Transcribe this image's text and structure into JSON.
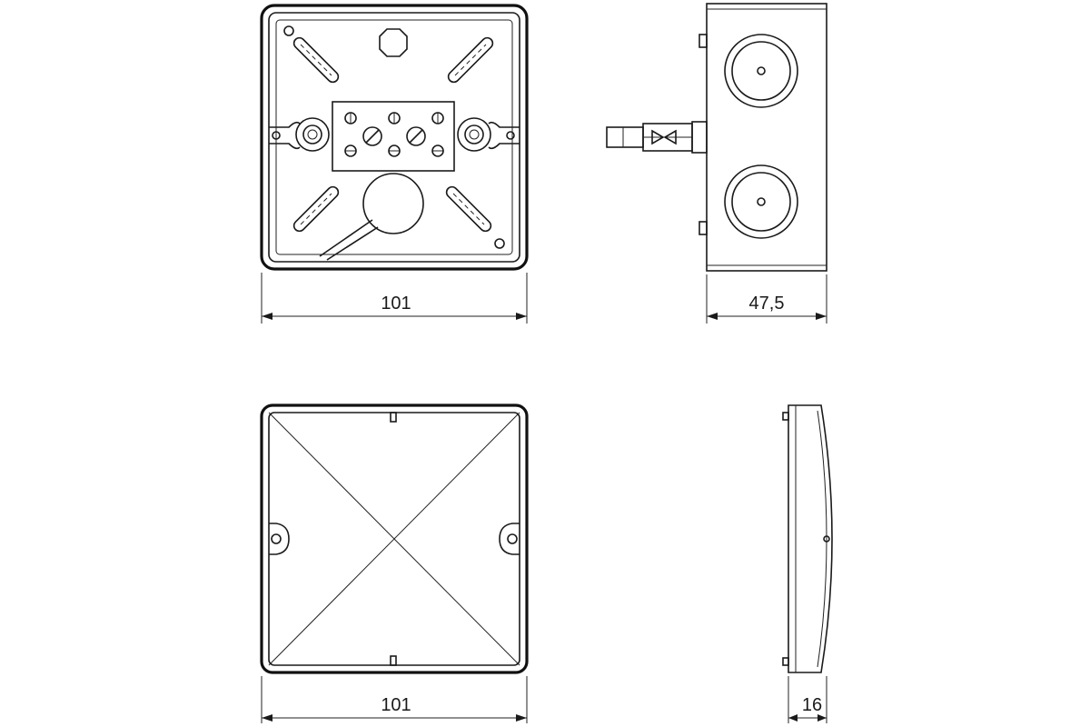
{
  "drawing": {
    "box_top_view": {
      "width_label": "101"
    },
    "box_side_view": {
      "depth_label": "47,5"
    },
    "lid_top_view": {
      "width_label": "101"
    },
    "lid_side_view": {
      "height_label": "16"
    }
  },
  "colors": {
    "line": "#1a1a1a",
    "background": "#ffffff"
  }
}
